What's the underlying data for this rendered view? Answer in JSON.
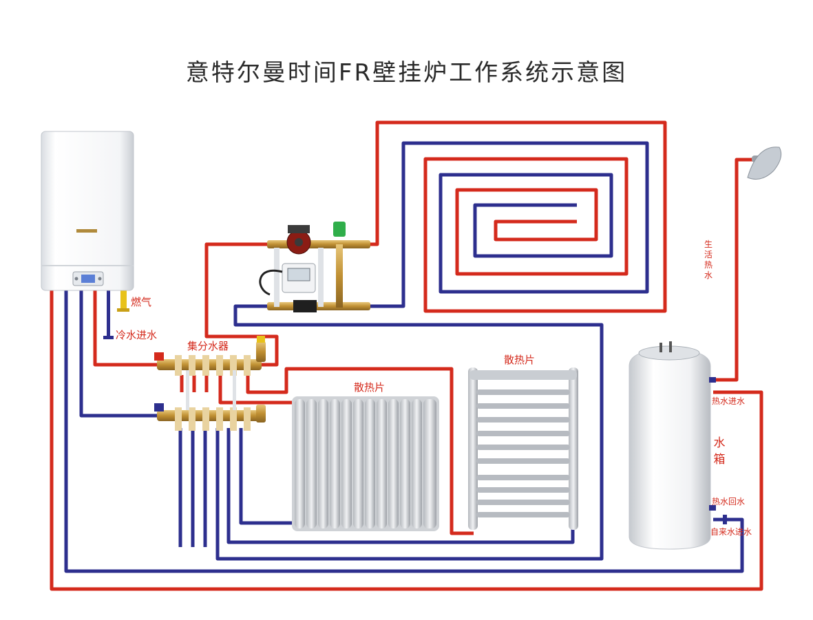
{
  "title": "意特尔曼时间FR壁挂炉工作系统示意图",
  "labels": {
    "gas": "燃气",
    "cold_water_in": "冷水进水",
    "manifold": "集分水器",
    "radiator_1": "散热片",
    "radiator_2": "散热片",
    "domestic_hot_water": "生活热水",
    "hot_water_in": "热水进水",
    "water_tank": "水箱",
    "hot_water_return": "热水回水",
    "tap_water_in": "自来水进水"
  },
  "colors": {
    "supply_pipe": "#d42a1c",
    "return_pipe": "#2d2f8e",
    "gas_pipe": "#e8c21a",
    "label_text": "#d42a1c",
    "brass": "#c9a24a"
  },
  "icons": [
    "boiler",
    "gas-valve",
    "circulation-pump",
    "pump-controller",
    "mixing-valve",
    "manifold",
    "radiator",
    "towel-radiator",
    "water-tank",
    "shower-head"
  ]
}
